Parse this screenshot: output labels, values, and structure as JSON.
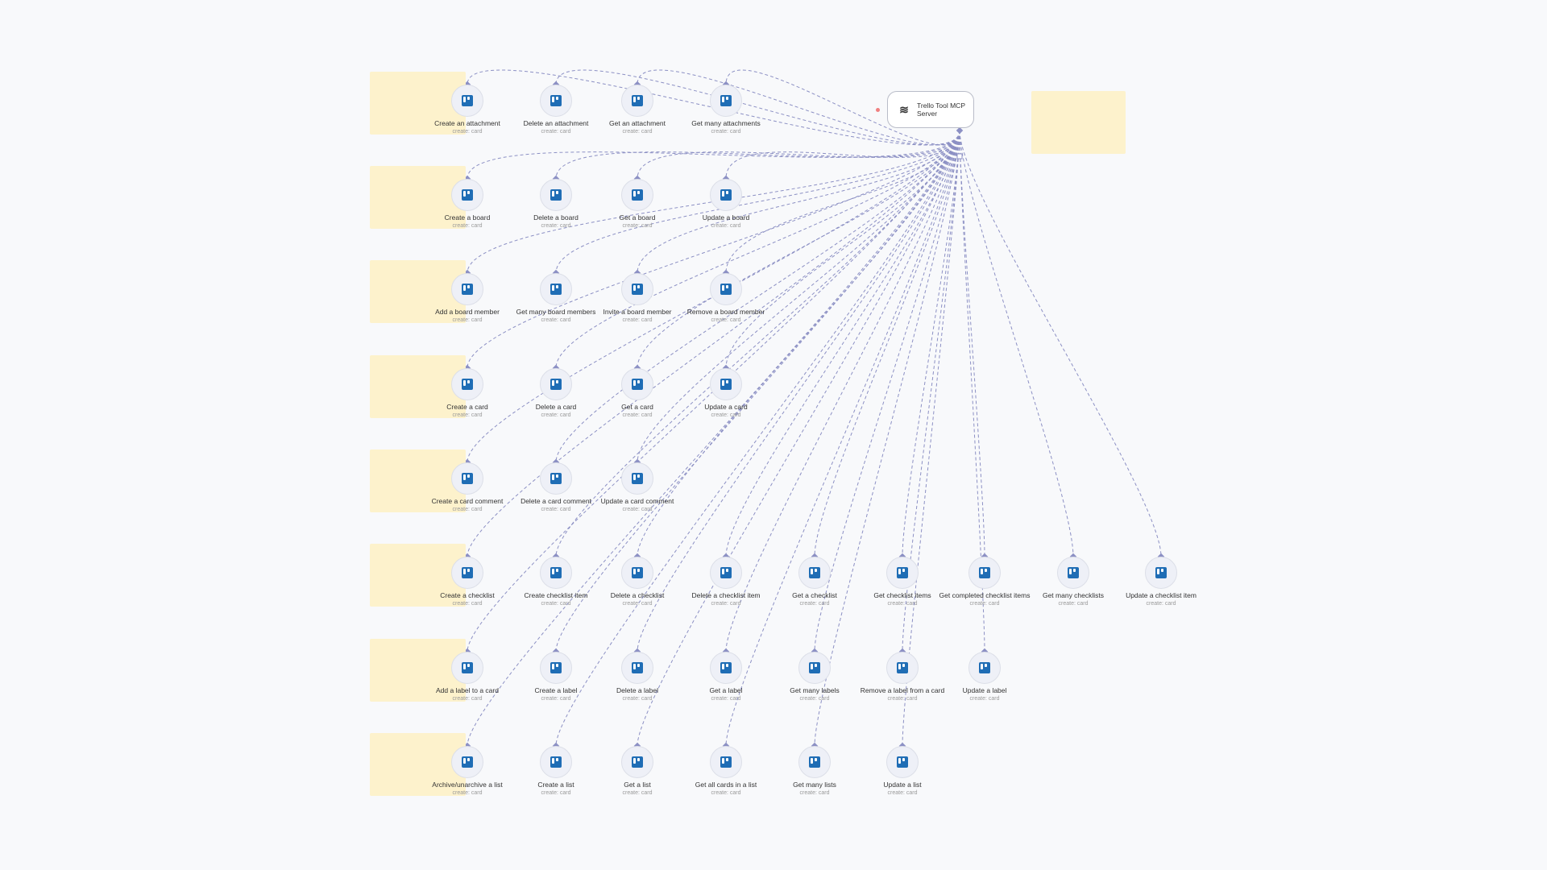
{
  "mcp_server": {
    "label": "Trello Tool MCP Server",
    "icon": "mcp-icon"
  },
  "node_subtitle": "create: card",
  "rows": [
    [
      "Create an attachment",
      "Delete an attachment",
      "Get an attachment",
      "Get many attachments"
    ],
    [
      "Create a board",
      "Delete a board",
      "Get a board",
      "Update a board"
    ],
    [
      "Add a board member",
      "Get many board members",
      "Invite a board member",
      "Remove a board member"
    ],
    [
      "Create a card",
      "Delete a card",
      "Get a card",
      "Update a card"
    ],
    [
      "Create a card comment",
      "Delete a card comment",
      "Update a card comment"
    ],
    [
      "Create a checklist",
      "Create checklist item",
      "Delete a checklist",
      "Delete a checklist item",
      "Get a checklist",
      "Get checklist items",
      "Get completed checklist items",
      "Get many checklists",
      "Update a checklist item"
    ],
    [
      "Add a label to a card",
      "Create a label",
      "Delete a label",
      "Get a label",
      "Get many labels",
      "Remove a label from a card",
      "Update a label"
    ],
    [
      "Archive/unarchive a list",
      "Create a list",
      "Get a list",
      "Get all cards in a list",
      "Get many lists",
      "Update a list"
    ]
  ],
  "colors": {
    "edge": "#8c90c4",
    "sticky": "#fdf2cc",
    "trello_blue": "#1f6db5"
  }
}
